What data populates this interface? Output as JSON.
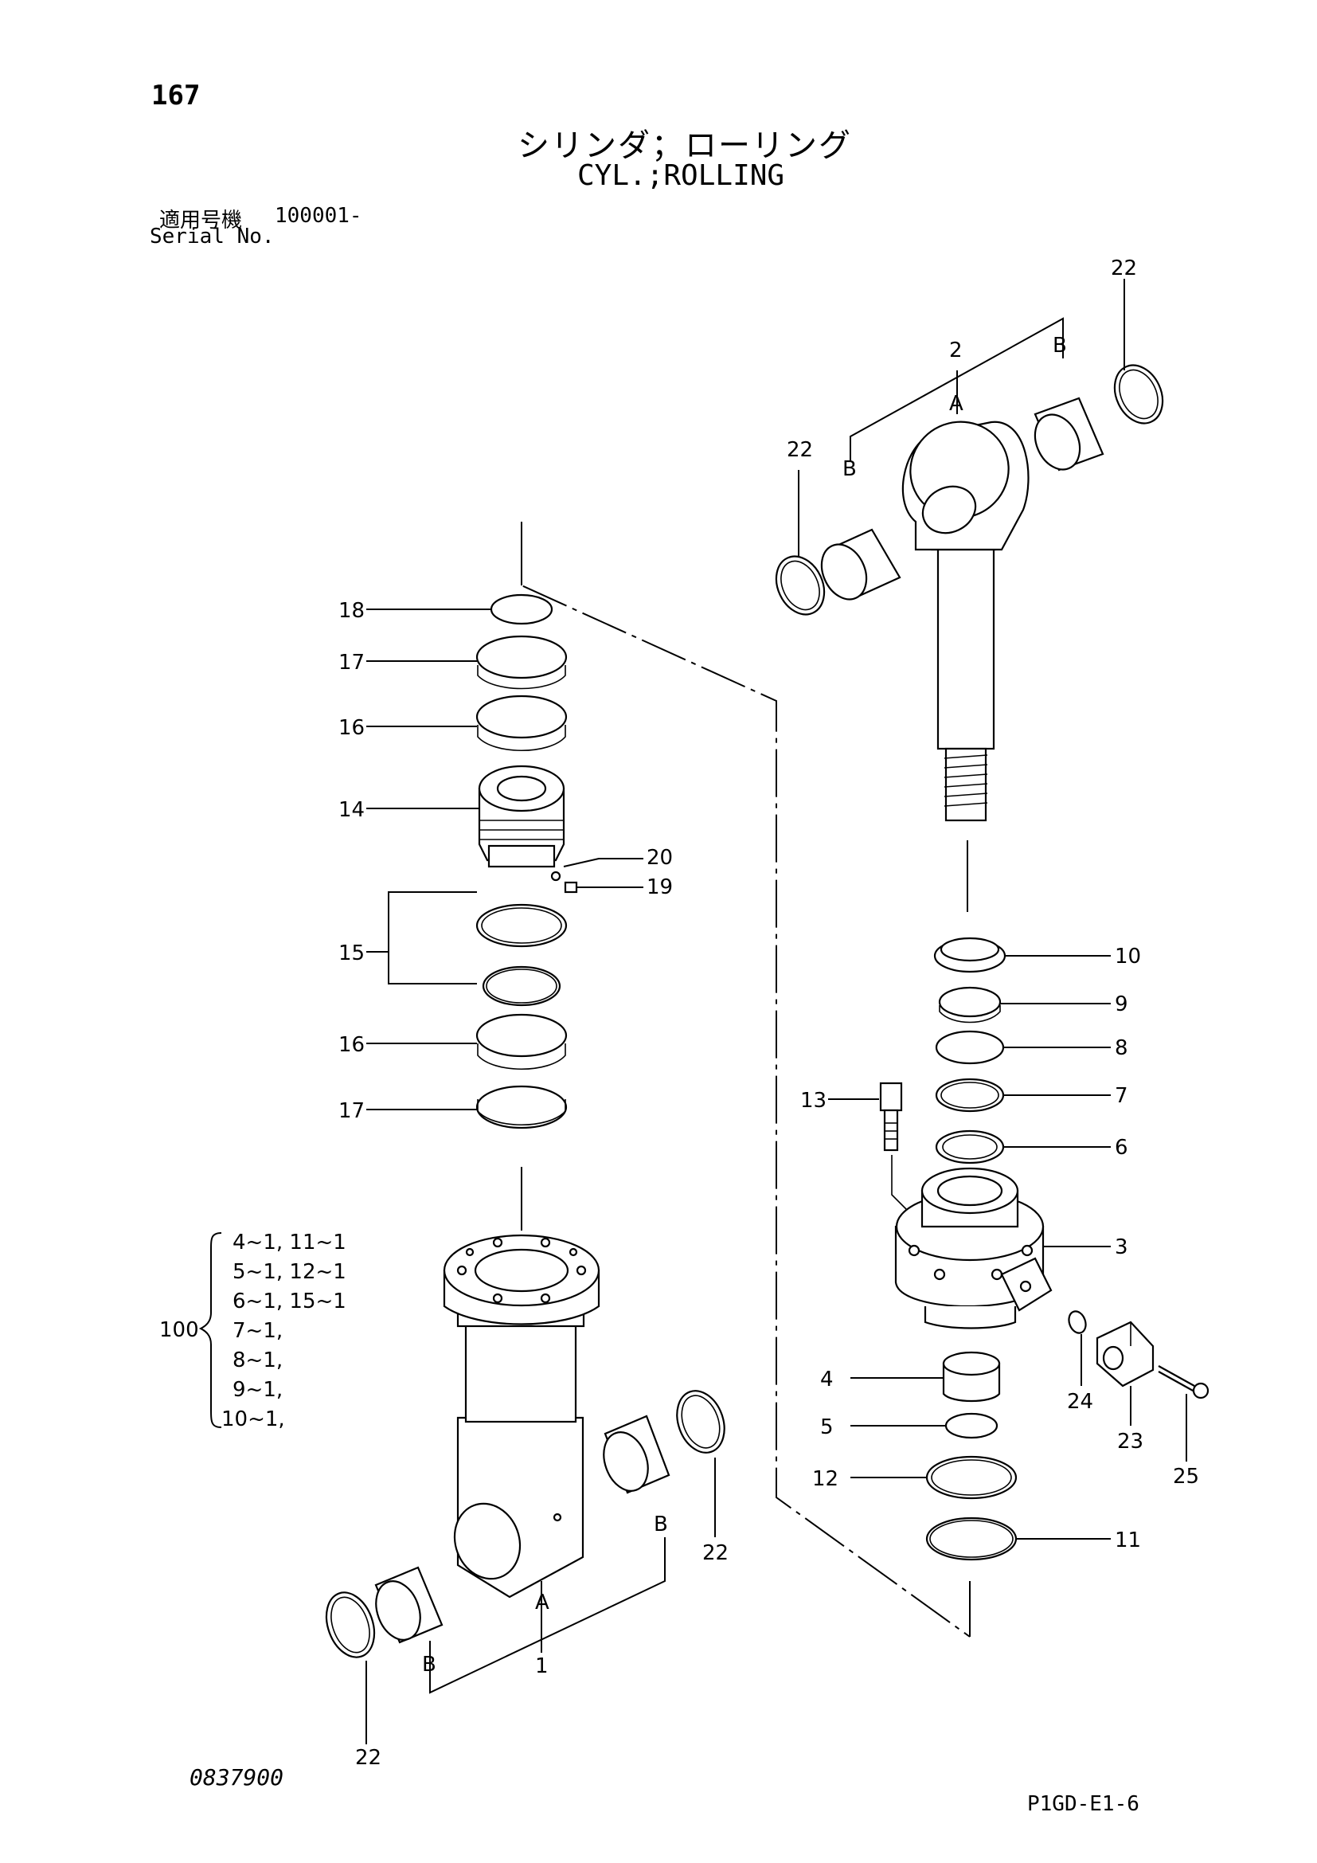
{
  "header": {
    "page_number": "167",
    "title_jp": "シリンダ；ローリング",
    "title_en": "CYL.;ROLLING",
    "serial_label_jp": "適用号機",
    "serial_value": "100001-",
    "serial_label_en": "Serial No."
  },
  "footer": {
    "drawing_number": "0837900",
    "figure_code": "P1GD-E1-6"
  },
  "callouts": {
    "c22_top": "22",
    "c2": "2",
    "cB_top_right": "B",
    "cA_top": "A",
    "c22_top_left": "22",
    "cB_top_left": "B",
    "c18": "18",
    "c17_a": "17",
    "c16_a": "16",
    "c14": "14",
    "c20": "20",
    "c19": "19",
    "c15": "15",
    "c16_b": "16",
    "c17_b": "17",
    "c10": "10",
    "c9": "9",
    "c8": "8",
    "c7": "7",
    "c13": "13",
    "c6": "6",
    "c3": "3",
    "c4": "4",
    "c5": "5",
    "c12": "12",
    "c11": "11",
    "c24": "24",
    "c23": "23",
    "c25": "25",
    "cB_bottom_right": "B",
    "c22_bottom_right": "22",
    "cA_bottom": "A",
    "c1": "1",
    "cB_bottom_left": "B",
    "c22_bottom": "22",
    "c100": "100"
  },
  "kit_100": [
    "4~1, 11~1",
    "5~1, 12~1",
    "6~1, 15~1",
    "7~1,",
    "8~1,",
    "9~1,",
    "10~1,"
  ]
}
